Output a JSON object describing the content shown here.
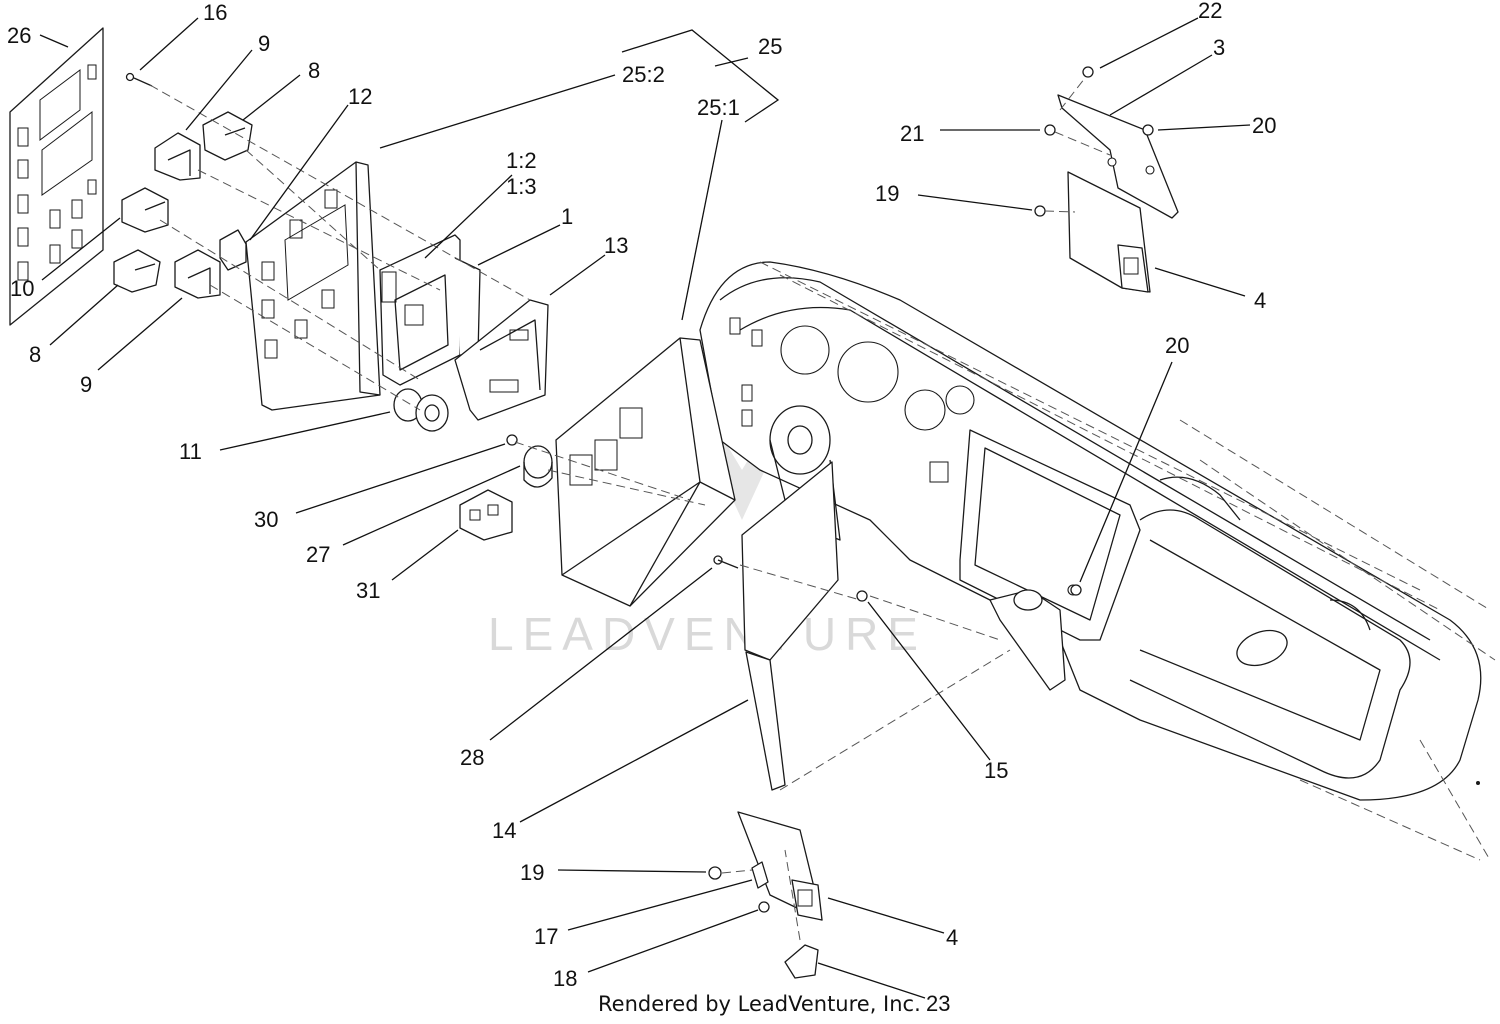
{
  "diagram": {
    "watermark": "LEADVENTURE",
    "credit": "Rendered by LeadVenture, Inc.",
    "callouts": {
      "c26": "26",
      "c16": "16",
      "c9a": "9",
      "c8a": "8",
      "c12": "12",
      "c25": "25",
      "c25_2": "25:2",
      "c25_1": "25:1",
      "c1_2": "1:2",
      "c1_3": "1:3",
      "c1": "1",
      "c13": "13",
      "c10": "10",
      "c8b": "8",
      "c9b": "9",
      "c11": "11",
      "c30": "30",
      "c27": "27",
      "c31": "31",
      "c28": "28",
      "c14": "14",
      "c15": "15",
      "c22": "22",
      "c3": "3",
      "c21": "21",
      "c20a": "20",
      "c19a": "19",
      "c4a": "4",
      "c20b": "20",
      "c19b": "19",
      "c17": "17",
      "c18": "18",
      "c4b": "4",
      "c23": "23"
    }
  }
}
